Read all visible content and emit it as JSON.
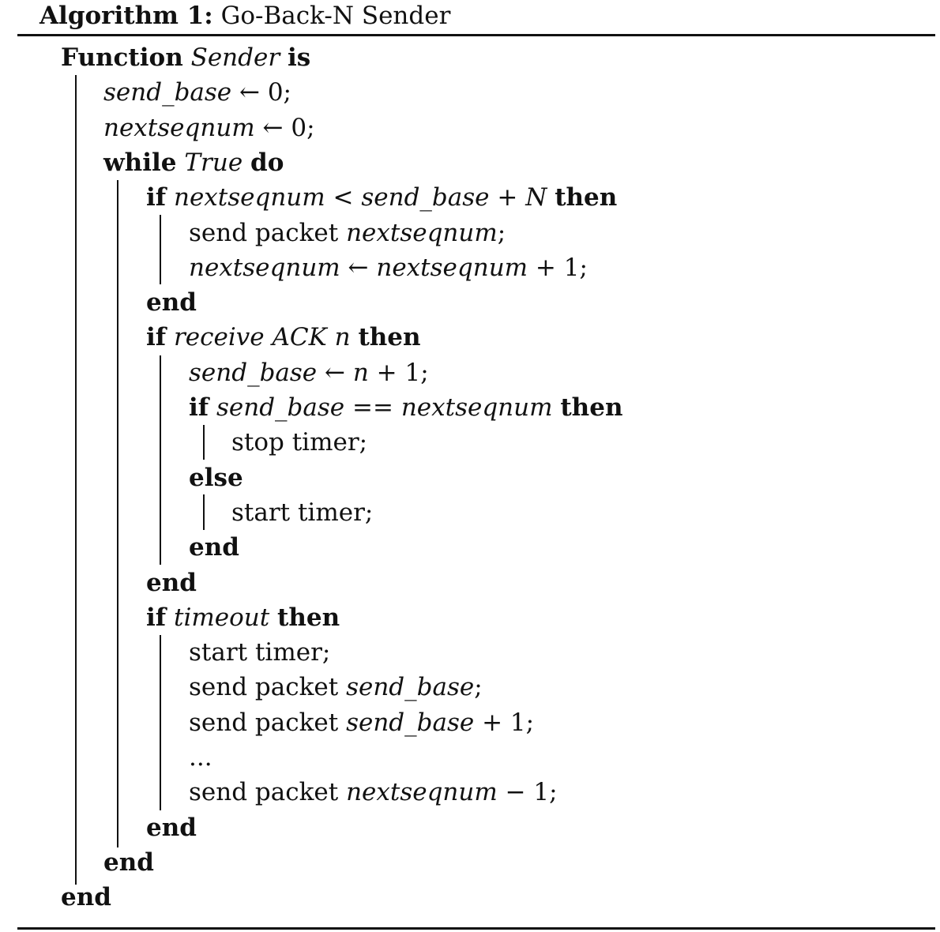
{
  "caption": {
    "label": "Algorithm 1:",
    "title": "Go-Back-N Sender"
  },
  "lines": [
    {
      "indent": 0,
      "parts": [
        {
          "t": "Function",
          "s": "kw"
        },
        {
          "t": " "
        },
        {
          "t": "Sender",
          "s": "it"
        },
        {
          "t": " "
        },
        {
          "t": "is",
          "s": "kw"
        }
      ]
    },
    {
      "indent": 1,
      "parts": [
        {
          "t": "send_base",
          "s": "it"
        },
        {
          "t": " ← 0;"
        }
      ]
    },
    {
      "indent": 1,
      "parts": [
        {
          "t": "nextseqnum",
          "s": "it"
        },
        {
          "t": " ← 0;"
        }
      ]
    },
    {
      "indent": 1,
      "parts": [
        {
          "t": "while",
          "s": "kw"
        },
        {
          "t": " "
        },
        {
          "t": "True",
          "s": "it"
        },
        {
          "t": " "
        },
        {
          "t": "do",
          "s": "kw"
        }
      ]
    },
    {
      "indent": 2,
      "parts": [
        {
          "t": "if",
          "s": "kw"
        },
        {
          "t": " "
        },
        {
          "t": "nextseqnum",
          "s": "it"
        },
        {
          "t": " < "
        },
        {
          "t": "send_base",
          "s": "it"
        },
        {
          "t": " + "
        },
        {
          "t": "N",
          "s": "it"
        },
        {
          "t": " "
        },
        {
          "t": "then",
          "s": "kw"
        }
      ]
    },
    {
      "indent": 3,
      "parts": [
        {
          "t": "send packet "
        },
        {
          "t": "nextseqnum",
          "s": "it"
        },
        {
          "t": ";"
        }
      ]
    },
    {
      "indent": 3,
      "parts": [
        {
          "t": "nextseqnum",
          "s": "it"
        },
        {
          "t": " ← "
        },
        {
          "t": "nextseqnum",
          "s": "it"
        },
        {
          "t": " + 1;"
        }
      ]
    },
    {
      "indent": 2,
      "parts": [
        {
          "t": "end",
          "s": "kw"
        }
      ]
    },
    {
      "indent": 2,
      "parts": [
        {
          "t": "if",
          "s": "kw"
        },
        {
          "t": " "
        },
        {
          "t": "receive ACK n",
          "s": "it"
        },
        {
          "t": " "
        },
        {
          "t": "then",
          "s": "kw"
        }
      ]
    },
    {
      "indent": 3,
      "parts": [
        {
          "t": "send_base",
          "s": "it"
        },
        {
          "t": " ← "
        },
        {
          "t": "n",
          "s": "it"
        },
        {
          "t": " + 1;"
        }
      ]
    },
    {
      "indent": 3,
      "parts": [
        {
          "t": "if",
          "s": "kw"
        },
        {
          "t": " "
        },
        {
          "t": "send_base",
          "s": "it"
        },
        {
          "t": " == "
        },
        {
          "t": "nextseqnum",
          "s": "it"
        },
        {
          "t": " "
        },
        {
          "t": "then",
          "s": "kw"
        }
      ]
    },
    {
      "indent": 4,
      "parts": [
        {
          "t": "stop timer;"
        }
      ]
    },
    {
      "indent": 3,
      "parts": [
        {
          "t": "else",
          "s": "kw"
        }
      ]
    },
    {
      "indent": 4,
      "parts": [
        {
          "t": "start timer;"
        }
      ]
    },
    {
      "indent": 3,
      "parts": [
        {
          "t": "end",
          "s": "kw"
        }
      ]
    },
    {
      "indent": 2,
      "parts": [
        {
          "t": "end",
          "s": "kw"
        }
      ]
    },
    {
      "indent": 2,
      "parts": [
        {
          "t": "if",
          "s": "kw"
        },
        {
          "t": " "
        },
        {
          "t": "timeout",
          "s": "it"
        },
        {
          "t": " "
        },
        {
          "t": "then",
          "s": "kw"
        }
      ]
    },
    {
      "indent": 3,
      "parts": [
        {
          "t": "start timer;"
        }
      ]
    },
    {
      "indent": 3,
      "parts": [
        {
          "t": "send packet "
        },
        {
          "t": "send_base",
          "s": "it"
        },
        {
          "t": ";"
        }
      ]
    },
    {
      "indent": 3,
      "parts": [
        {
          "t": "send packet "
        },
        {
          "t": "send_base",
          "s": "it"
        },
        {
          "t": " + 1;"
        }
      ]
    },
    {
      "indent": 3,
      "parts": [
        {
          "t": "..."
        }
      ]
    },
    {
      "indent": 3,
      "parts": [
        {
          "t": "send packet "
        },
        {
          "t": "nextseqnum",
          "s": "it"
        },
        {
          "t": " − 1;"
        }
      ]
    },
    {
      "indent": 2,
      "parts": [
        {
          "t": "end",
          "s": "kw"
        }
      ]
    },
    {
      "indent": 1,
      "parts": [
        {
          "t": "end",
          "s": "kw"
        }
      ]
    },
    {
      "indent": 0,
      "parts": [
        {
          "t": "end",
          "s": "kw"
        }
      ]
    }
  ]
}
